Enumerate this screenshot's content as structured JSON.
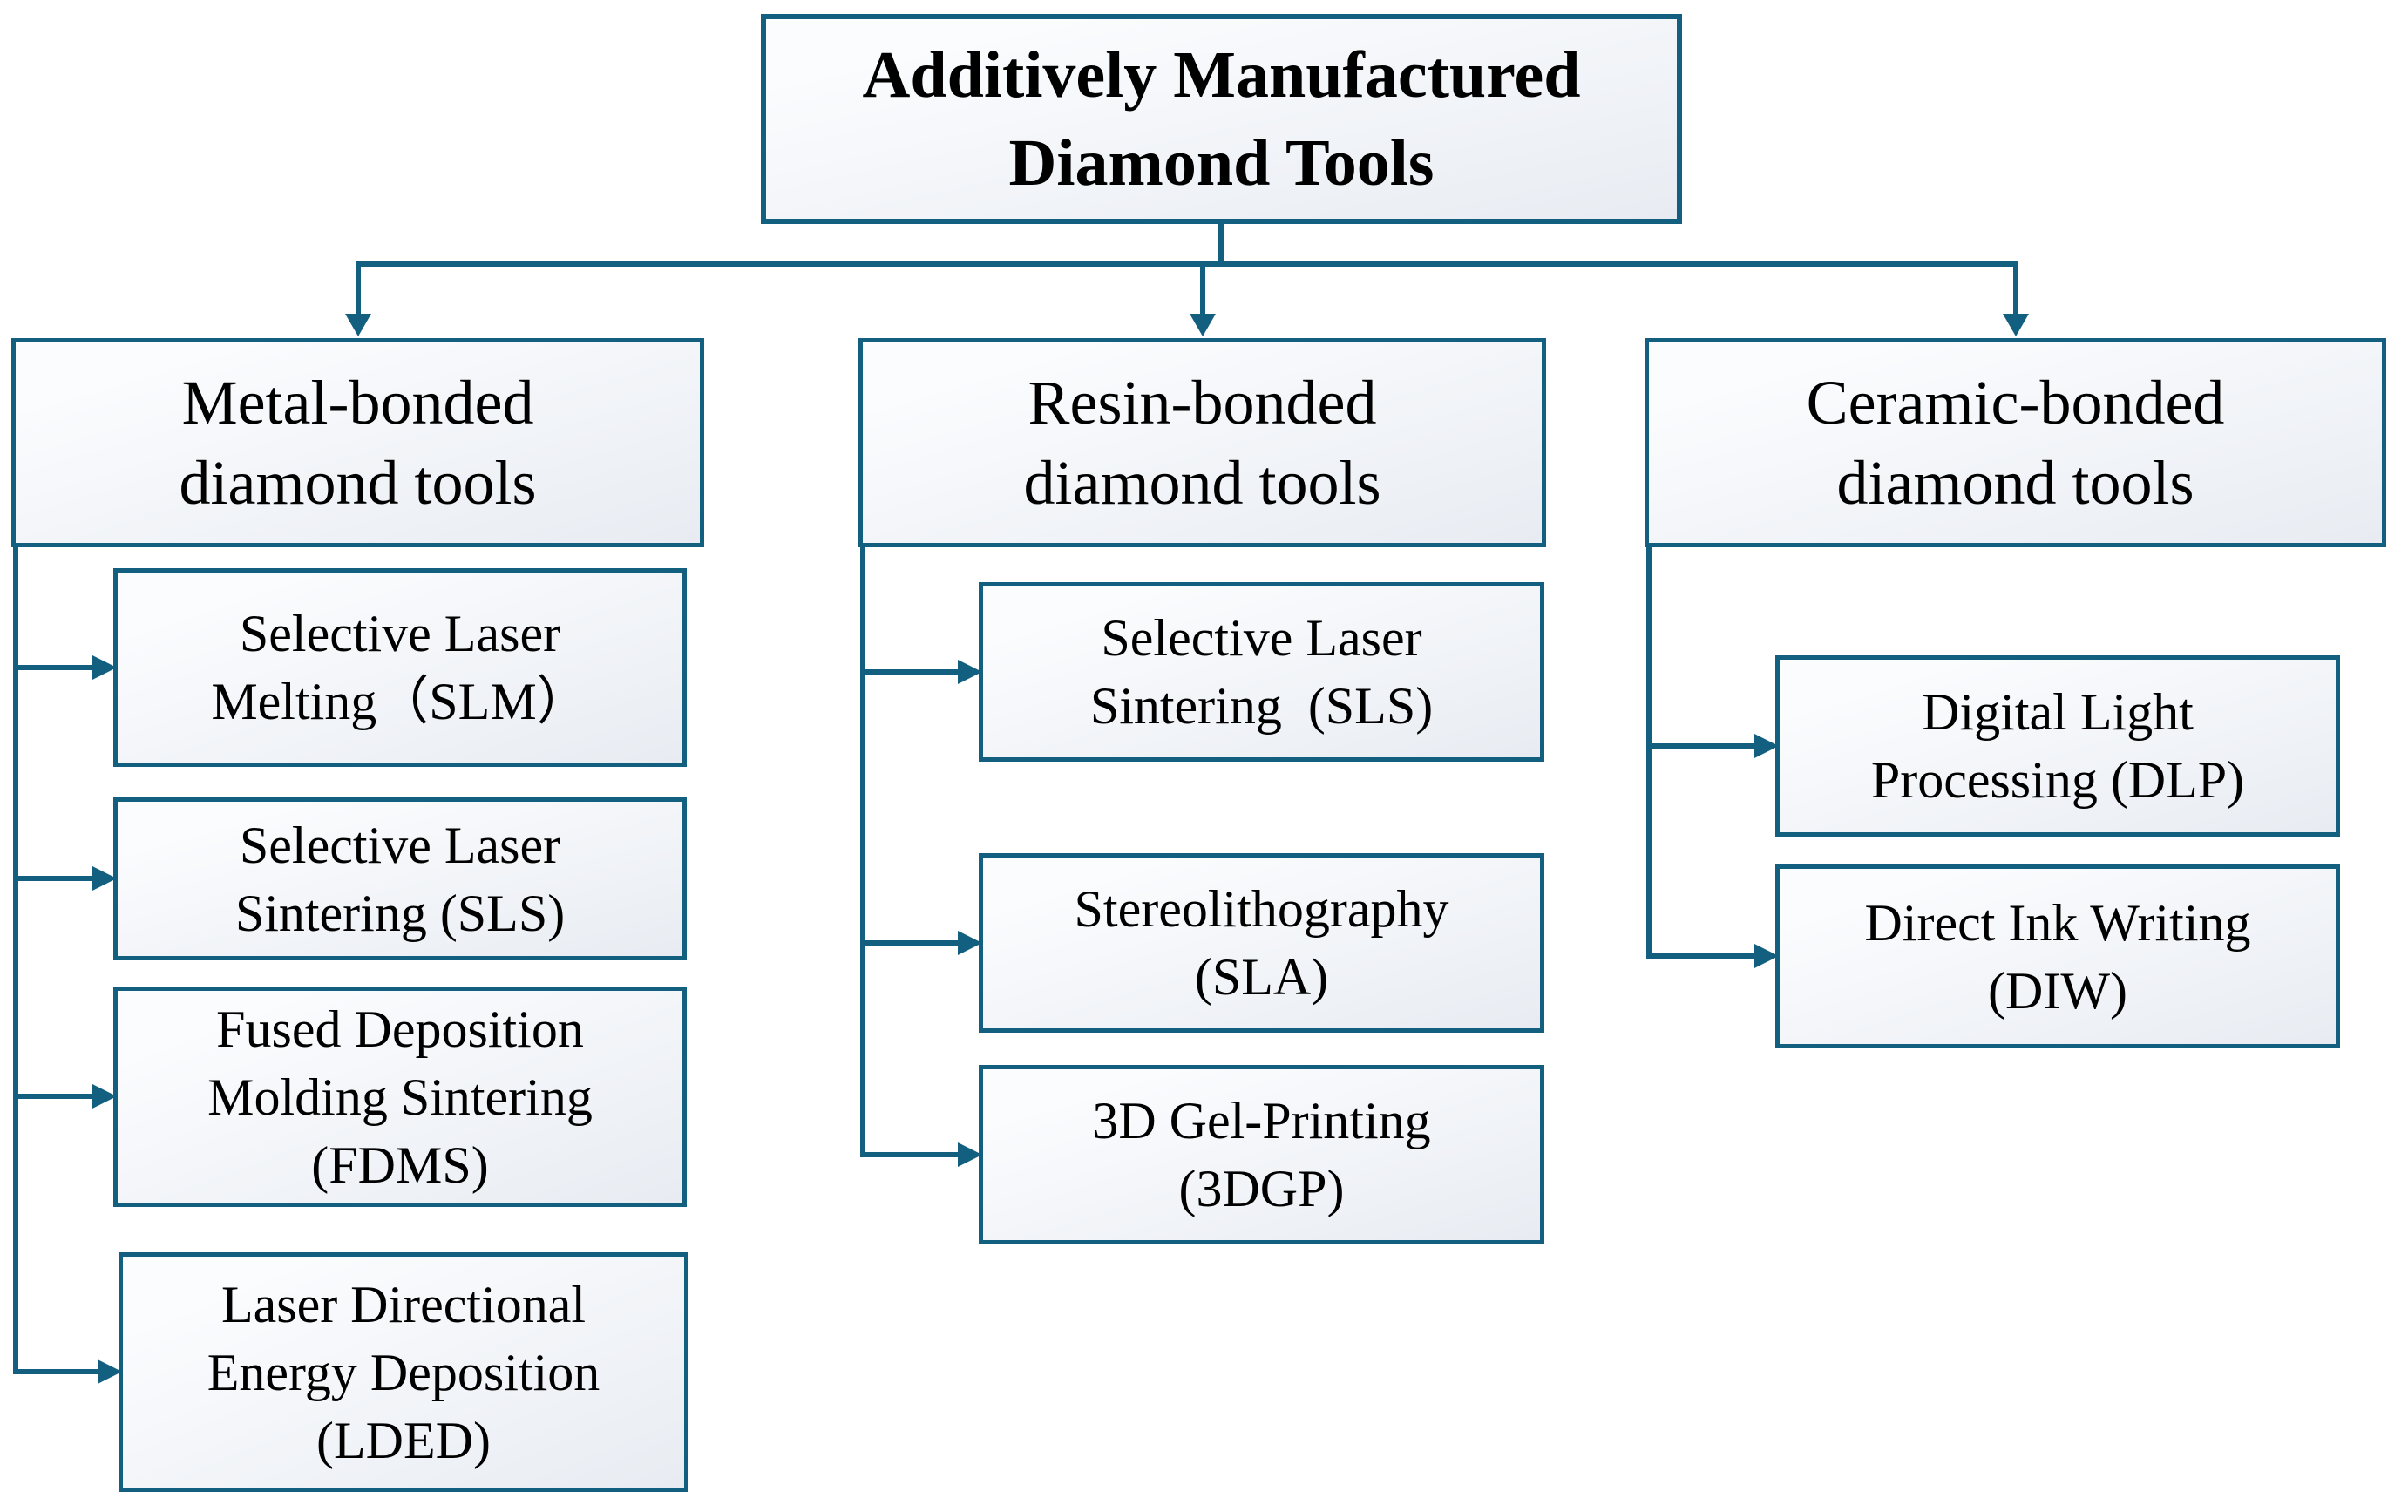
{
  "title": {
    "label": "Additively Manufactured\nDiamond Tools"
  },
  "branches": [
    {
      "name": "metal-bonded",
      "label": "Metal-bonded\ndiamond tools",
      "children": [
        {
          "name": "slm",
          "label": "Selective Laser\nMelting（SLM）"
        },
        {
          "name": "sls",
          "label": "Selective Laser\nSintering (SLS)"
        },
        {
          "name": "fdms",
          "label": "Fused Deposition\nMolding Sintering\n(FDMS)"
        },
        {
          "name": "lded",
          "label": "Laser Directional\nEnergy Deposition\n(LDED)"
        }
      ]
    },
    {
      "name": "resin-bonded",
      "label": "Resin-bonded\ndiamond tools",
      "children": [
        {
          "name": "sls-resin",
          "label": "Selective Laser\nSintering  (SLS)"
        },
        {
          "name": "sla",
          "label": "Stereolithography\n(SLA)"
        },
        {
          "name": "3dgp",
          "label": "3D Gel-Printing\n(3DGP)"
        }
      ]
    },
    {
      "name": "ceramic-bonded",
      "label": "Ceramic-bonded\ndiamond tools",
      "children": [
        {
          "name": "dlp",
          "label": "Digital Light\nProcessing (DLP)"
        },
        {
          "name": "diw",
          "label": "Direct Ink Writing\n(DIW)"
        }
      ]
    }
  ],
  "colors": {
    "line": "#135F80",
    "text": "#000000",
    "background": "#ffffff",
    "box_fill_light": "#fbfcfe",
    "box_fill_shade": "#e8ecf2"
  }
}
